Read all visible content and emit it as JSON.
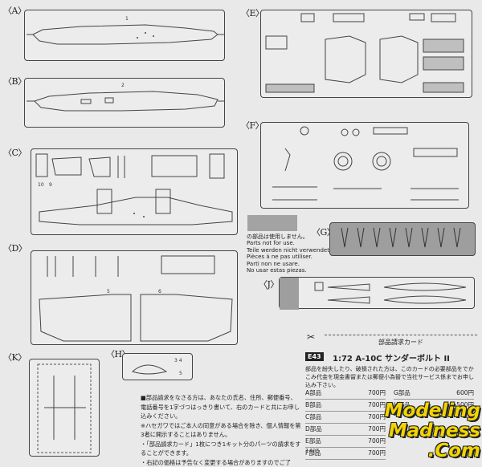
{
  "sections": {
    "a": "〈A〉",
    "b": "〈B〉",
    "c": "〈C〉",
    "d": "〈D〉",
    "e": "〈E〉",
    "f": "〈F〉",
    "g": "〈G〉",
    "h": "〈H〉",
    "j": "〈J〉",
    "k": "〈K〉"
  },
  "notice": {
    "line1": "の部品は使用しません。",
    "line2": "Parts not for use.",
    "line3": "Teile werden nicht verwendet.",
    "line4": "Pièces à ne pas utiliser.",
    "line5": "Parti non ne usare.",
    "line6": "No usar estas piezas."
  },
  "parts_card": {
    "title": "部品請求カード",
    "code": "E43",
    "product": "1:72 A-10C サンダーボルト II",
    "desc": "部品を紛失したり、破損された方は、このカードの必要部品をでかこみ代金を現金書留または郵便小為替で当社サービス係までお申し込み下さい。",
    "prices_left": [
      {
        "label": "A部品",
        "price": "700円"
      },
      {
        "label": "B部品",
        "price": "700円"
      },
      {
        "label": "C部品",
        "price": "700円"
      },
      {
        "label": "D部品",
        "price": "700円"
      },
      {
        "label": "E部品",
        "price": "700円"
      },
      {
        "label": "F部品",
        "price": "700円"
      }
    ],
    "prices_right": [
      {
        "label": "G部品",
        "price": "600円"
      },
      {
        "label": "H部品",
        "price": "500円"
      }
    ]
  },
  "notes": [
    "■部品請求をなさる方は、あなたの氏名、住所、郵便番号、電話番号を1字づつはっきり書いて、右のカードと共にお申し込みください。",
    "※ハセガワではご本人の同意がある場合を除き、個人情報を第3者に開示することはありません。",
    "・「部品請求カード」1枚につき1キット分のパーツの請求をすることができます。",
    "・右記の価格は予告なく変更する場合がありますのでご了"
  ],
  "footer_number": "1405",
  "logo": {
    "line1": "Modeling",
    "line2": "Madness",
    "line3": ".Com"
  }
}
